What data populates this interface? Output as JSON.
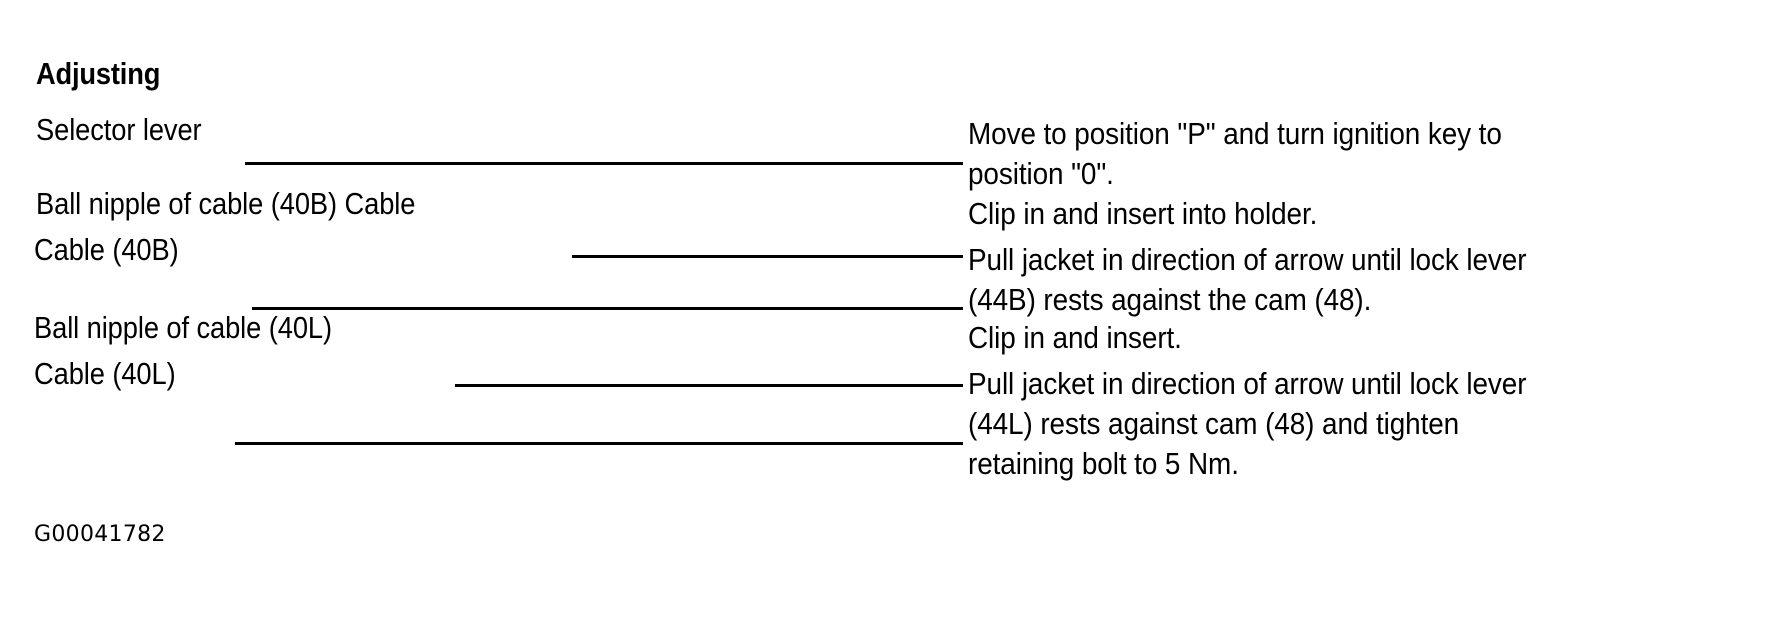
{
  "page": {
    "heading": "Adjusting",
    "reference_code": "G00041782",
    "background_color": "#ffffff",
    "text_color": "#000000"
  },
  "rows": [
    {
      "label": "Selector lever",
      "instruction_lines": [
        "Move to position \"P\" and turn ignition key to",
        "position \"0\"."
      ]
    },
    {
      "label": "Ball nipple of cable (40B) Cable",
      "instruction_lines": [
        "Clip in and insert into holder."
      ]
    },
    {
      "label": "Cable  (40B)",
      "instruction_lines": [
        "Pull jacket in direction of arrow until lock lever",
        "(44B) rests against the cam (48)."
      ]
    },
    {
      "label": "Ball nipple of cable (40L)",
      "instruction_lines": [
        "Clip in and insert."
      ]
    },
    {
      "label": "Cable (40L)",
      "instruction_lines": [
        "Pull jacket in direction of arrow until lock lever",
        "(44L) rests against cam (48) and tighten",
        "retaining bolt to 5 Nm."
      ]
    }
  ]
}
